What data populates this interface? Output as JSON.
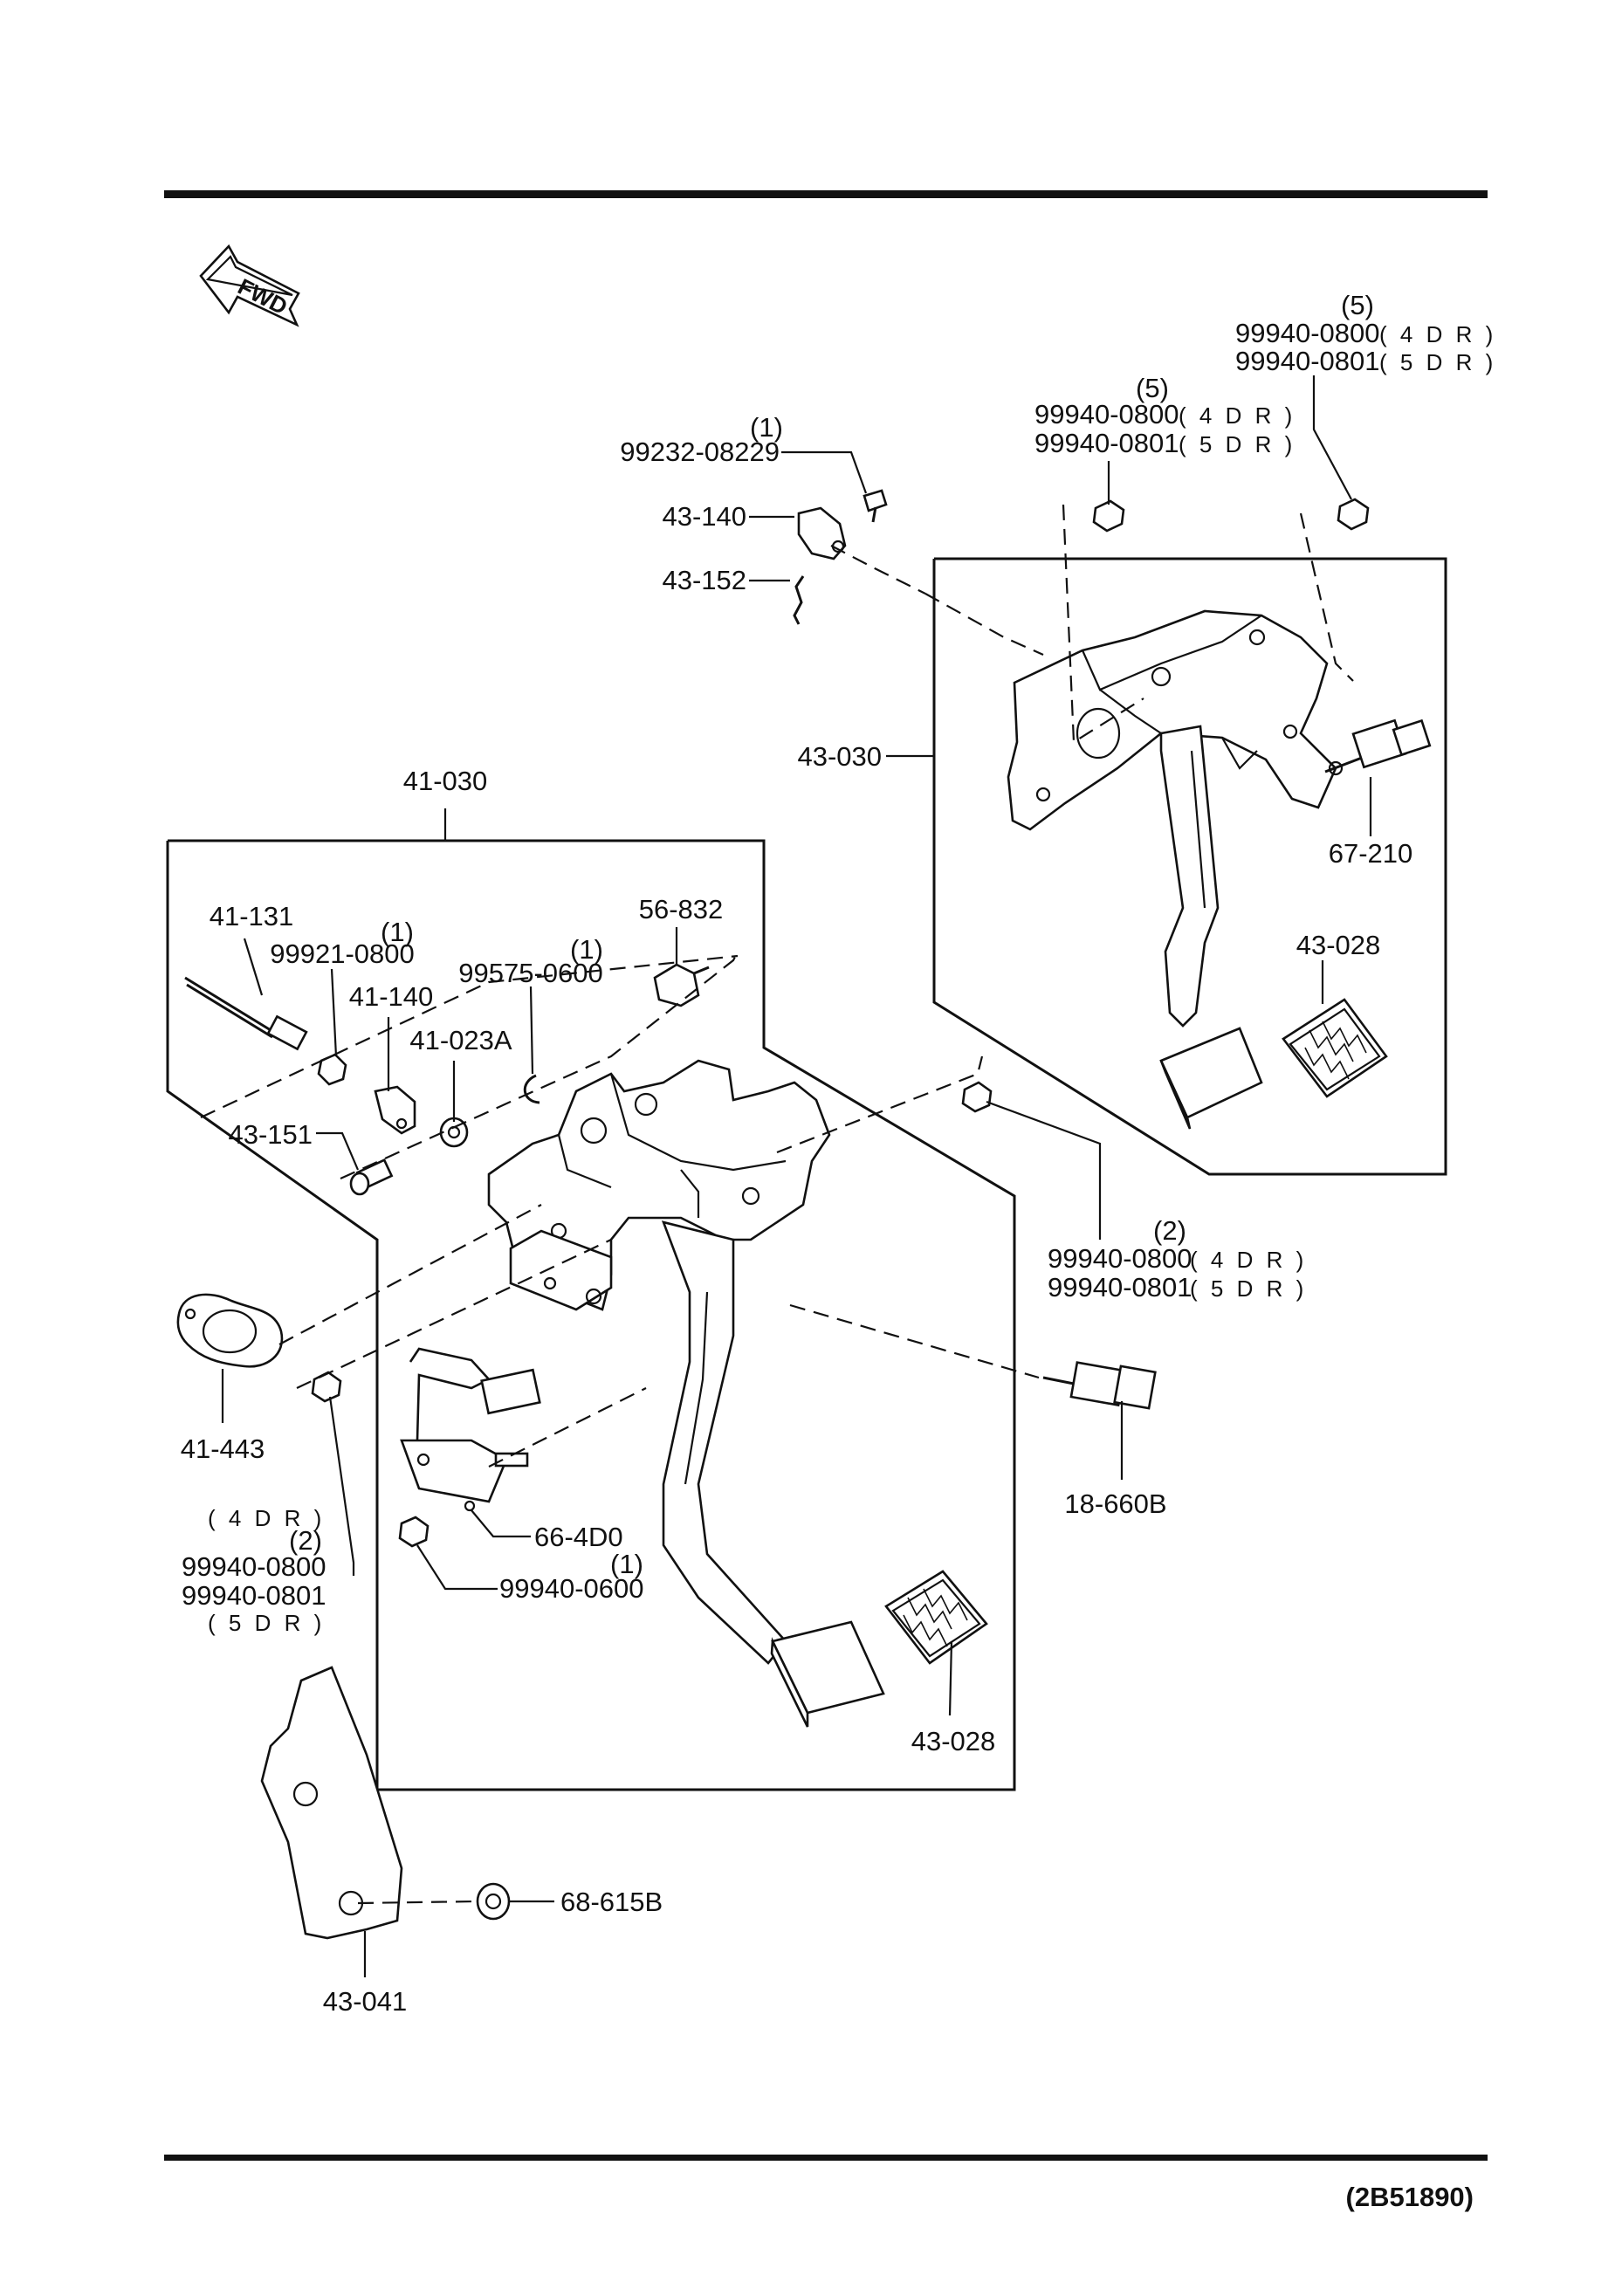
{
  "footer": {
    "diagram_code": "(2B51890)"
  },
  "direction_arrow": {
    "label": "FWD"
  },
  "callouts": {
    "c_43_030": "43-030",
    "c_41_030": "41-030",
    "c_43_140": "43-140",
    "c_43_152": "43-152",
    "c_99232_qty": "(1)",
    "c_99232": "99232-08229",
    "c_nutA_qty": "(5)",
    "c_nutA_4dr": "99940-0800",
    "c_nutA_4dr_tag": "( 4 D R )",
    "c_nutA_5dr": "99940-0801",
    "c_nutA_5dr_tag": "( 5 D R )",
    "c_nutB_qty": "(5)",
    "c_nutB_4dr": "99940-0800",
    "c_nutB_4dr_tag": "( 4 D R )",
    "c_nutB_5dr": "99940-0801",
    "c_nutB_5dr_tag": "( 5 D R )",
    "c_67_210": "67-210",
    "c_43_028_top": "43-028",
    "c_41_131": "41-131",
    "c_99921_qty": "(1)",
    "c_99921": "99921-0800",
    "c_41_140": "41-140",
    "c_41_023A": "41-023A",
    "c_99575_qty": "(1)",
    "c_99575": "99575-0600",
    "c_56_832": "56-832",
    "c_43_151": "43-151",
    "c_nutC_qty": "(2)",
    "c_nutC_4dr": "99940-0800",
    "c_nutC_4dr_tag": "( 4 D R )",
    "c_nutC_5dr": "99940-0801",
    "c_nutC_5dr_tag": "( 5 D R )",
    "c_41_443": "41-443",
    "c_nutD_4dr_tag": "( 4 D R )",
    "c_nutD_qty": "(2)",
    "c_nutD_4dr": "99940-0800",
    "c_nutD_5dr": "99940-0801",
    "c_nutD_5dr_tag": "( 5 D R )",
    "c_66_4D0": "66-4D0",
    "c_99940_0600_qty": "(1)",
    "c_99940_0600": "99940-0600",
    "c_18_660B": "18-660B",
    "c_43_028_bottom": "43-028",
    "c_68_615B": "68-615B",
    "c_43_041": "43-041"
  }
}
